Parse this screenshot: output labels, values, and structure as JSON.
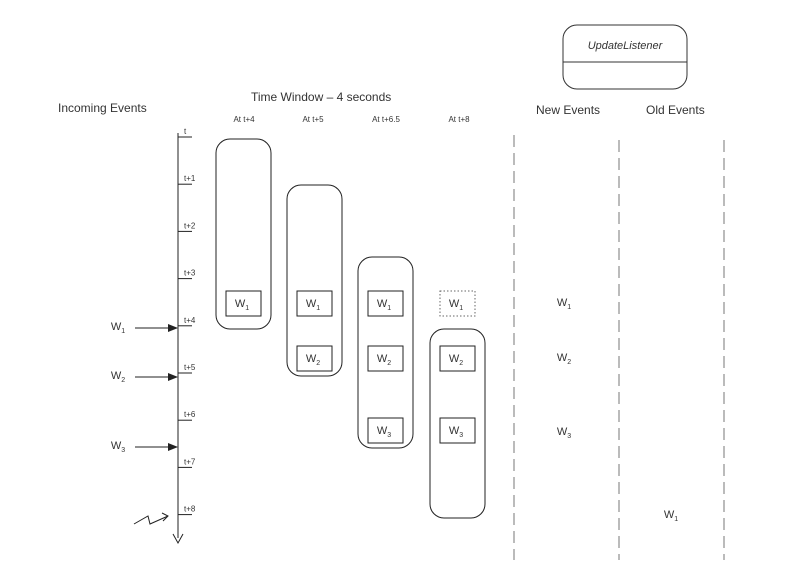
{
  "headings": {
    "incoming": "Incoming Events",
    "time_window": "Time Window – 4 seconds",
    "new_events": "New Events",
    "old_events": "Old Events"
  },
  "listener": {
    "label": "UpdateListener"
  },
  "timeline": {
    "ticks": [
      "t",
      "t+1",
      "t+2",
      "t+3",
      "t+4",
      "t+5",
      "t+6",
      "t+7",
      "t+8"
    ]
  },
  "windows": [
    {
      "label": "At t+4",
      "events": [
        {
          "base": "W",
          "sub": "1",
          "row": 0,
          "style": "solid"
        }
      ]
    },
    {
      "label": "At t+5",
      "events": [
        {
          "base": "W",
          "sub": "1",
          "row": 0,
          "style": "solid"
        },
        {
          "base": "W",
          "sub": "2",
          "row": 1,
          "style": "solid"
        }
      ]
    },
    {
      "label": "At t+6.5",
      "events": [
        {
          "base": "W",
          "sub": "1",
          "row": 0,
          "style": "solid"
        },
        {
          "base": "W",
          "sub": "2",
          "row": 1,
          "style": "solid"
        },
        {
          "base": "W",
          "sub": "3",
          "row": 2,
          "style": "solid"
        }
      ]
    },
    {
      "label": "At t+8",
      "events": [
        {
          "base": "W",
          "sub": "1",
          "row": 0,
          "style": "dotted"
        },
        {
          "base": "W",
          "sub": "2",
          "row": 1,
          "style": "solid"
        },
        {
          "base": "W",
          "sub": "3",
          "row": 2,
          "style": "solid"
        }
      ]
    }
  ],
  "incoming_events": [
    {
      "base": "W",
      "sub": "1"
    },
    {
      "base": "W",
      "sub": "2"
    },
    {
      "base": "W",
      "sub": "3"
    }
  ],
  "new_events": [
    {
      "base": "W",
      "sub": "1"
    },
    {
      "base": "W",
      "sub": "2"
    },
    {
      "base": "W",
      "sub": "3"
    }
  ],
  "old_events": [
    {
      "base": "W",
      "sub": "1"
    }
  ],
  "colors": {
    "line": "#333333",
    "dash": "#777777"
  }
}
